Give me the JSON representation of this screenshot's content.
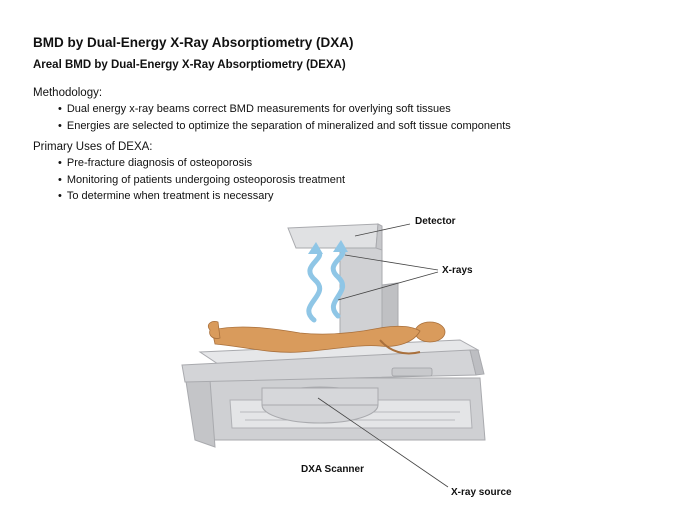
{
  "title": "BMD by Dual-Energy X-Ray Absorptiometry (DXA)",
  "subtitle": "Areal BMD by Dual-Energy X-Ray Absorptiometry (DEXA)",
  "methodology": {
    "heading": "Methodology:",
    "items": [
      "Dual energy x-ray beams correct BMD measurements for overlying soft tissues",
      "Energies are selected to optimize the separation of mineralized and soft tissue components"
    ]
  },
  "primary_uses": {
    "heading": "Primary Uses of DEXA:",
    "items": [
      "Pre-fracture diagnosis of osteoporosis",
      "Monitoring of patients undergoing osteoporosis treatment",
      "To determine when treatment is necessary"
    ]
  },
  "figure": {
    "labels": {
      "detector": "Detector",
      "xrays": "X-rays",
      "scanner": "DXA Scanner",
      "source": "X-ray source"
    },
    "colors": {
      "machine": "#d8d9dc",
      "machine_dark": "#b9babe",
      "body": "#d99b5c",
      "beam": "#8fc6e6"
    }
  }
}
